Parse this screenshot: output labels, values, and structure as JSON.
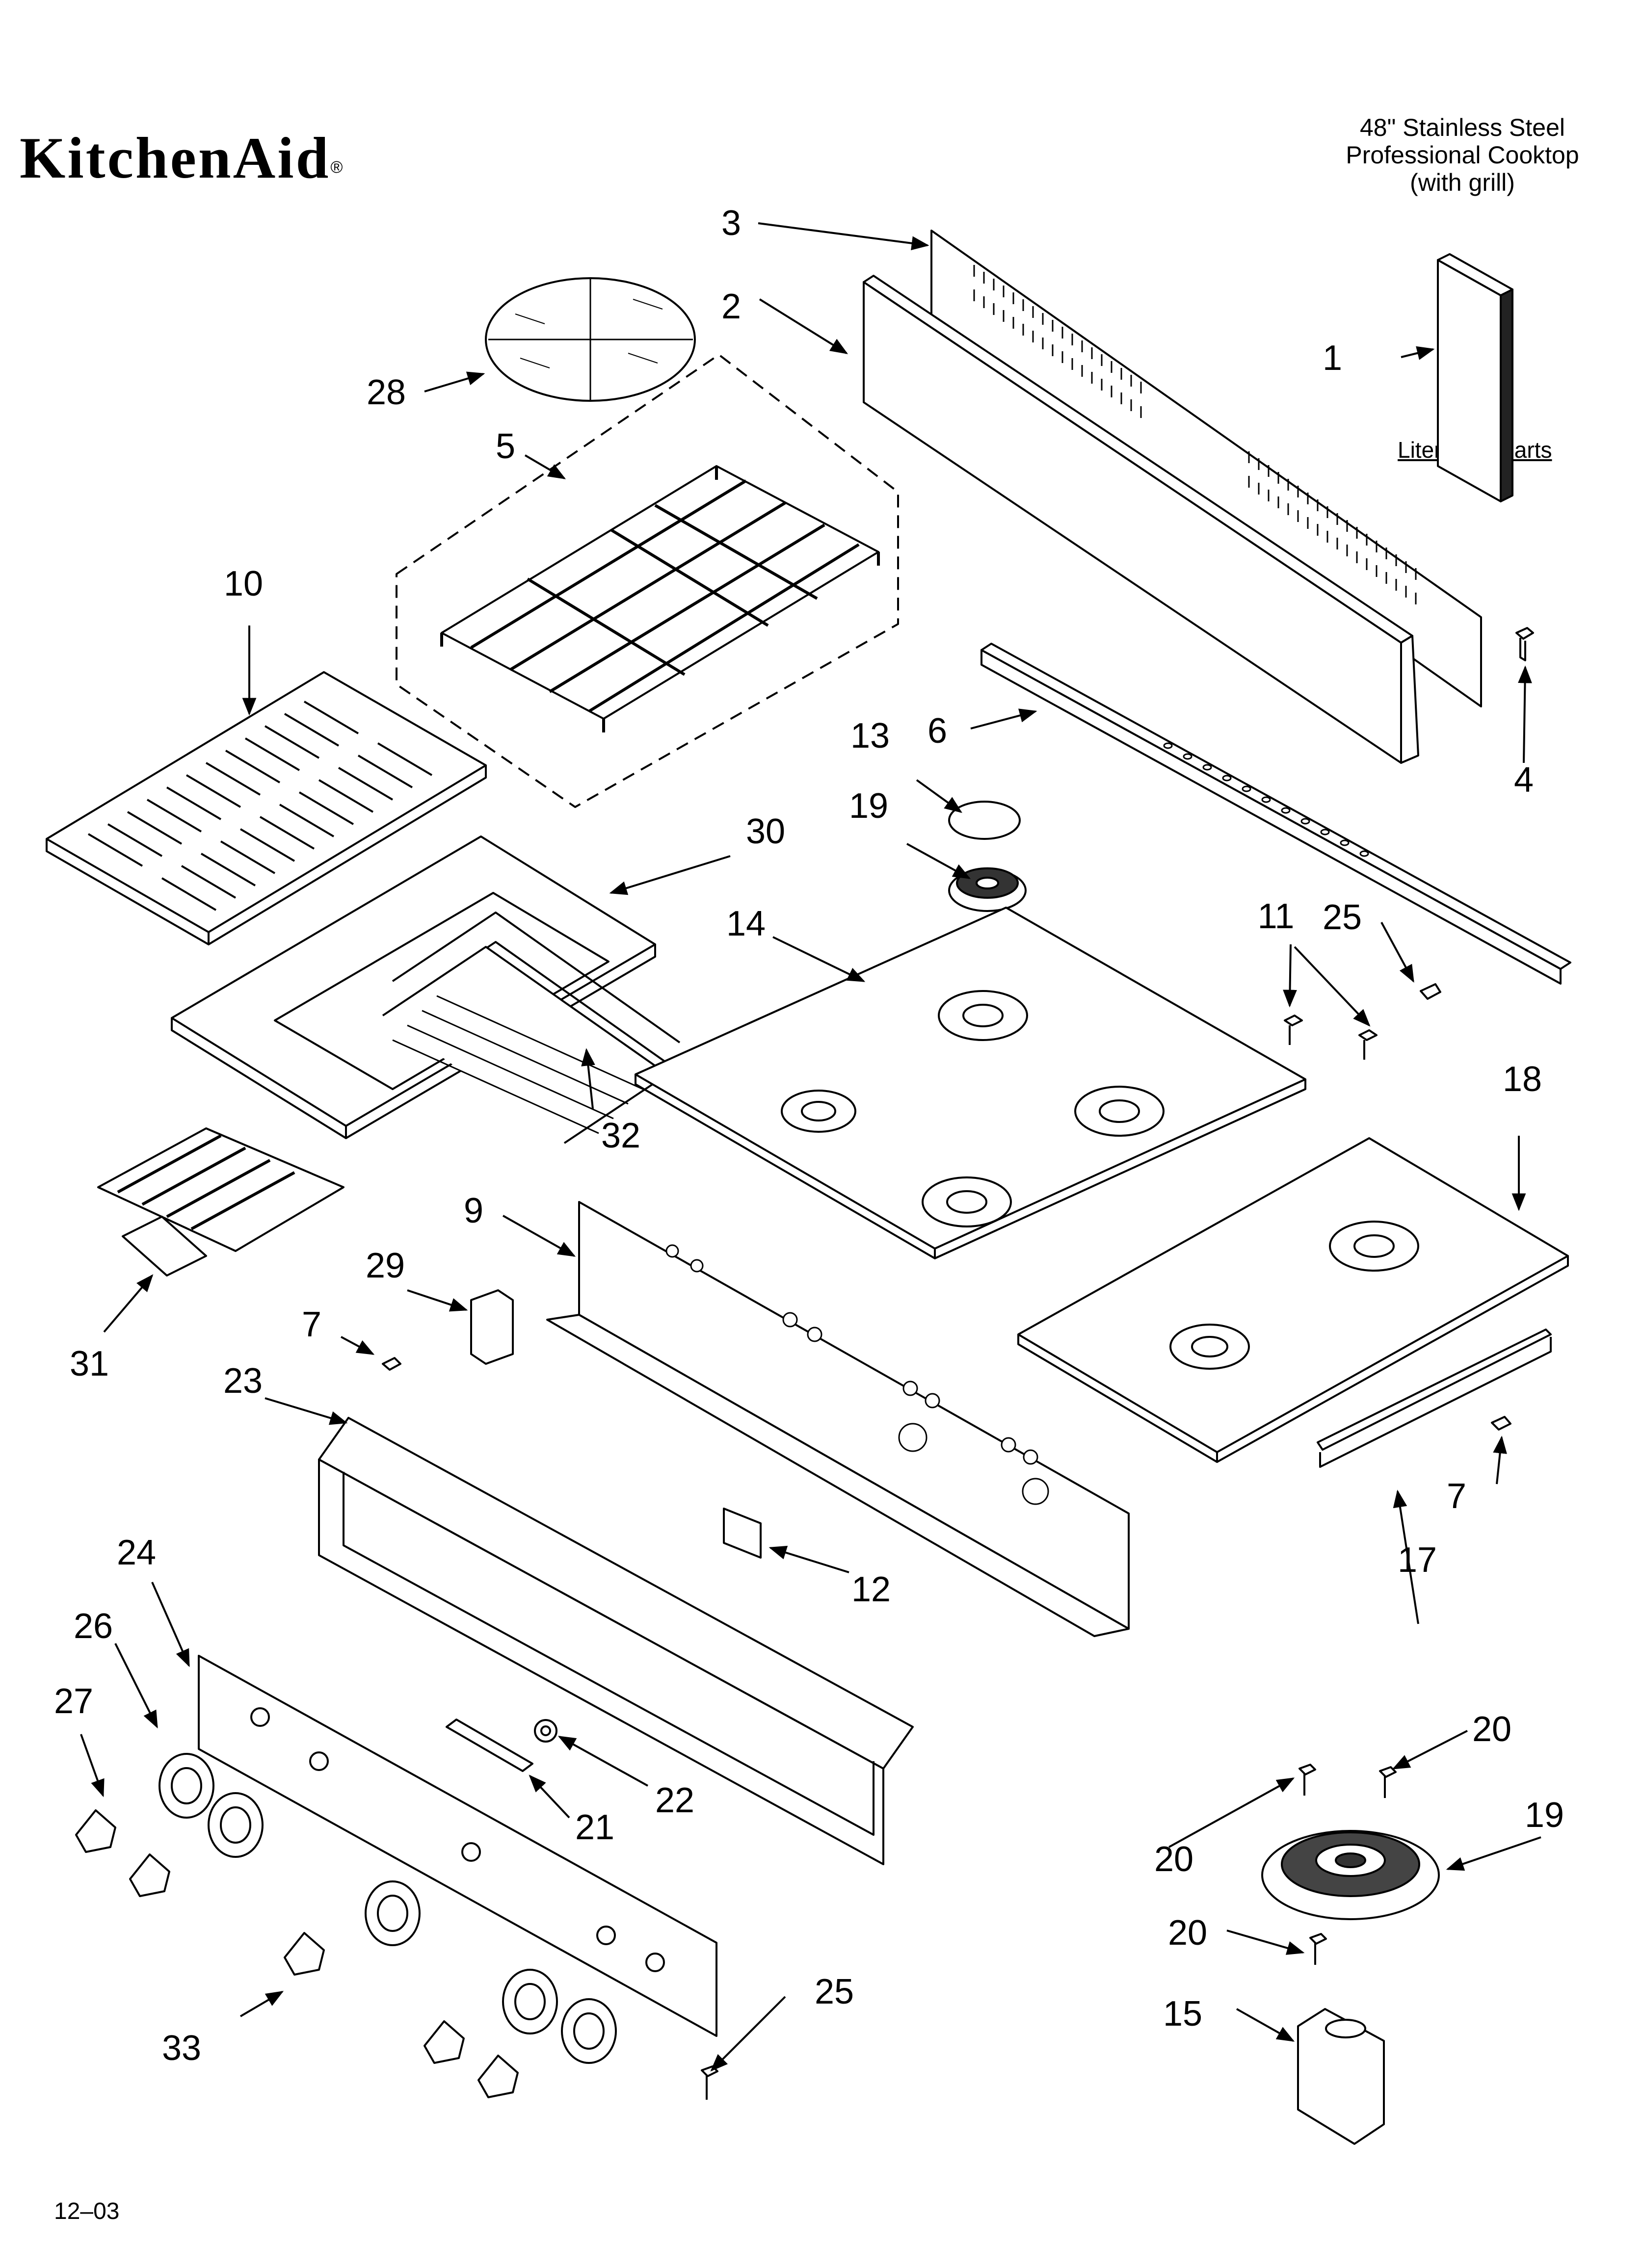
{
  "brand": {
    "name": "KitchenAid",
    "mark": "®"
  },
  "model": {
    "line1": "48\" Stainless Steel",
    "line2": "Professional Cooktop",
    "line3": "(with grill)"
  },
  "literature_label": "Literature Parts",
  "date_code": "12–03",
  "callouts": [
    "1",
    "2",
    "3",
    "4",
    "5",
    "6",
    "7",
    "7",
    "9",
    "10",
    "11",
    "12",
    "13",
    "14",
    "15",
    "17",
    "18",
    "19",
    "19",
    "20",
    "20",
    "20",
    "21",
    "22",
    "23",
    "24",
    "25",
    "25",
    "26",
    "27",
    "28",
    "29",
    "30",
    "31",
    "32",
    "33"
  ],
  "colors": {
    "line": "#000000",
    "background": "#ffffff",
    "dashed": "#000000"
  }
}
